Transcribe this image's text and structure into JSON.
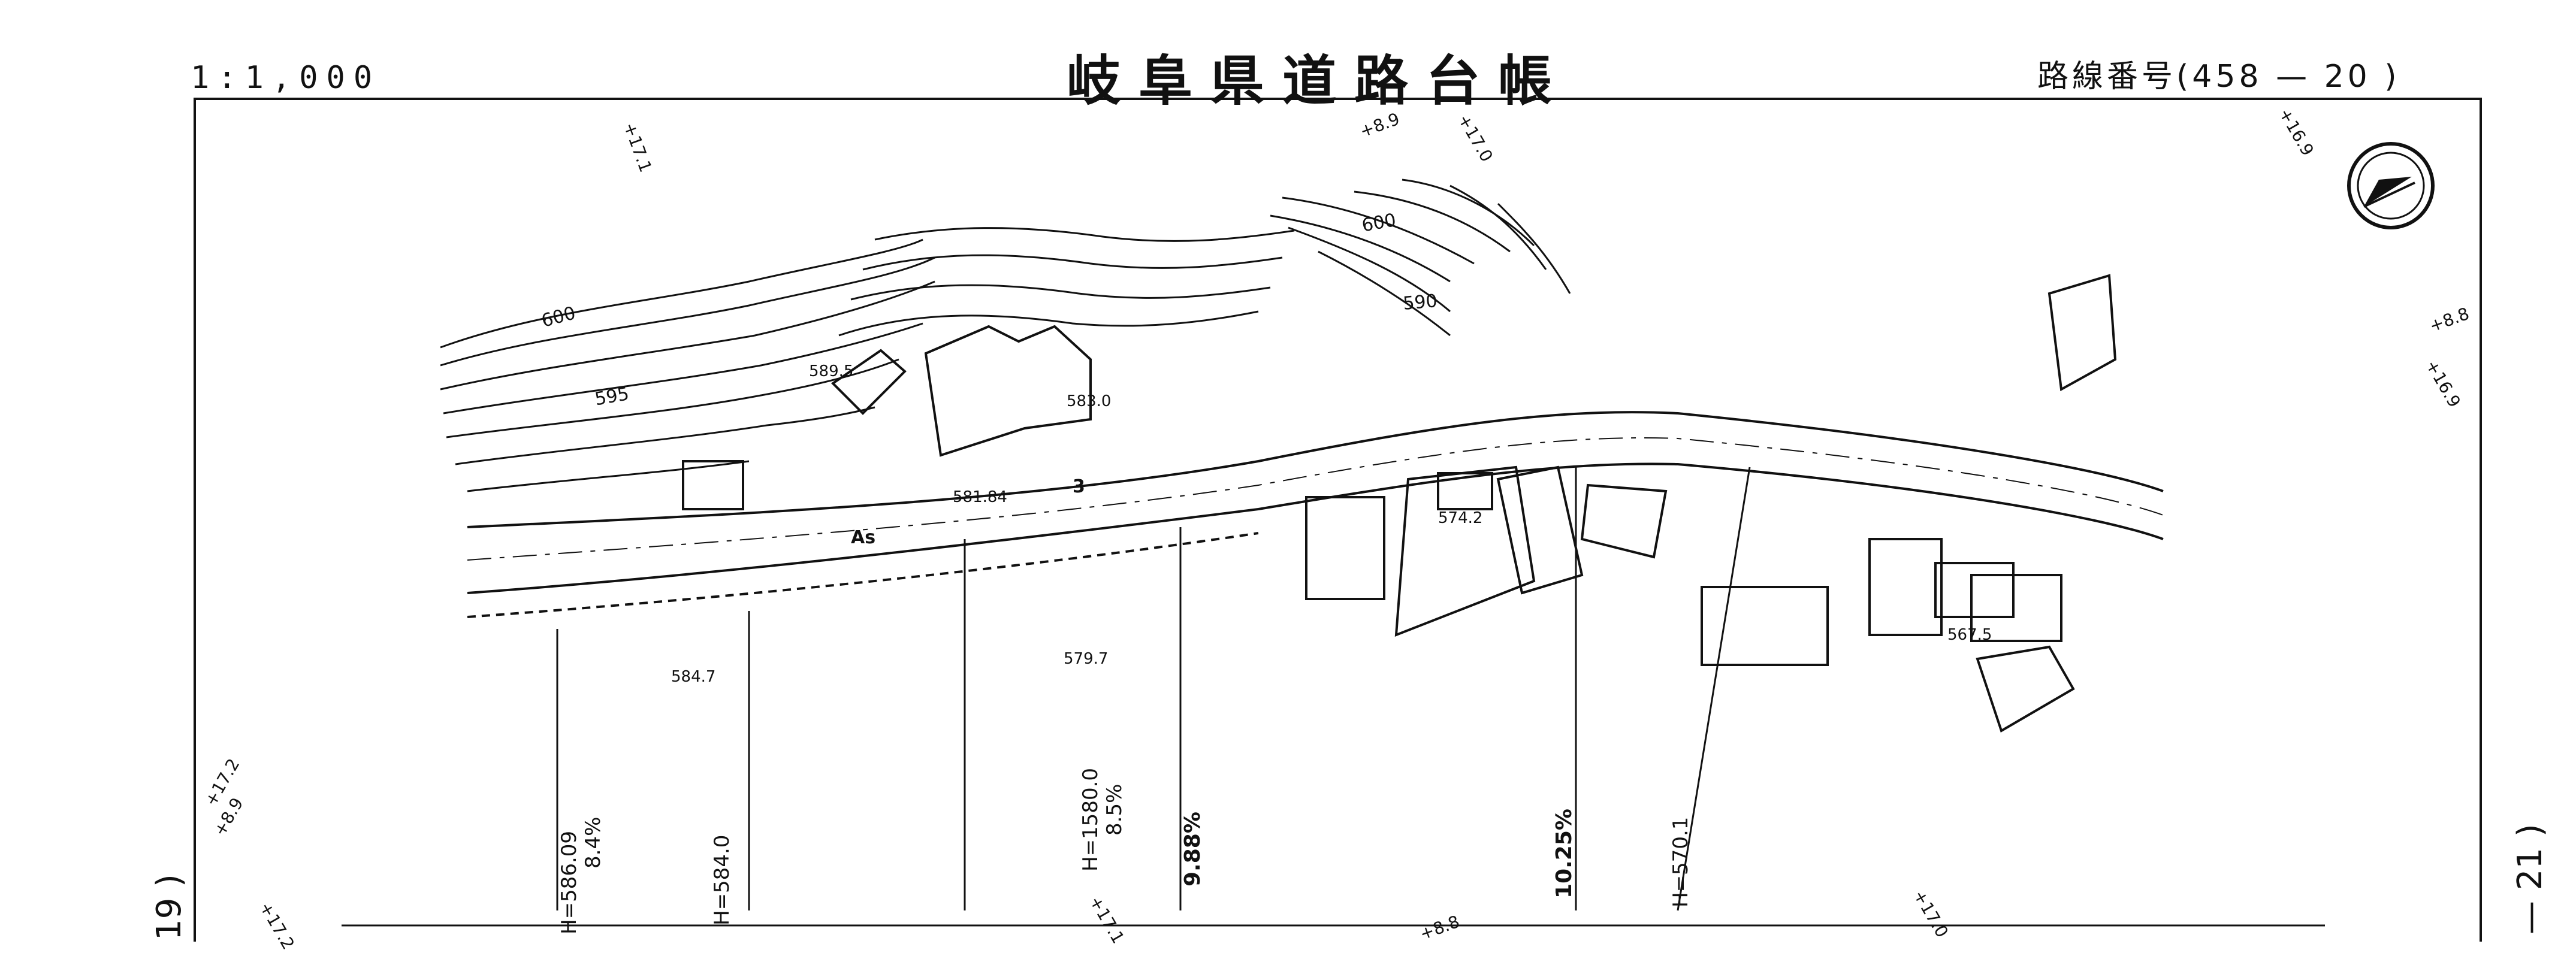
{
  "header": {
    "scale": "1:1,000",
    "title": "岐阜県道路台帳",
    "route": "路線番号(458 — 20 )"
  },
  "adjacent_sheets": {
    "left": "19 )",
    "right": "— 21 )"
  },
  "compass_icon": "north-arrow-icon",
  "contours": [
    "600",
    "595",
    "600",
    "590"
  ],
  "elevations": [
    "589.5",
    "583.0",
    "581.84",
    "584.7",
    "579.7",
    "574.2",
    "567.5"
  ],
  "road_label": "As",
  "marker": "3",
  "profile_labels": [
    "H=586.09",
    "8.4%",
    "H=584.0",
    "H=1580.0",
    "8.5%",
    "9.88%",
    "10.25%",
    "H=570.1"
  ],
  "offset_marks": [
    "+17.1",
    "+8.9",
    "+17.0",
    "+16.9",
    "+8.8",
    "+16.9",
    "+17.2",
    "+8.9",
    "+17.2",
    "+17.1",
    "+8.8",
    "+17.0"
  ],
  "colors": {
    "ink": "#111111",
    "paper": "#ffffff"
  }
}
